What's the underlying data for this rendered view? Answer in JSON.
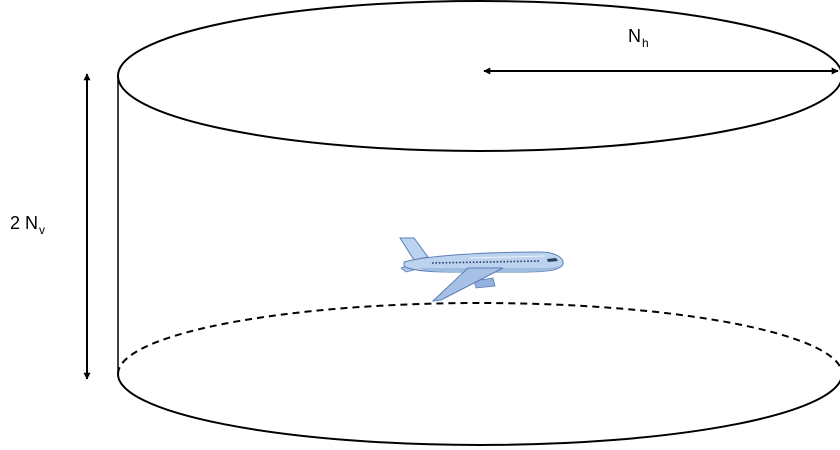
{
  "labels": {
    "horizontal": {
      "main": "N",
      "sub": "h"
    },
    "vertical": {
      "prefix": "2 N",
      "sub": "v"
    }
  },
  "colors": {
    "stroke": "#000000",
    "aircraft_body": "#bcd3ef",
    "aircraft_outline": "#5a7fb5",
    "aircraft_windows": "#2c3f63"
  },
  "icons": {
    "aircraft": "airplane-icon"
  }
}
